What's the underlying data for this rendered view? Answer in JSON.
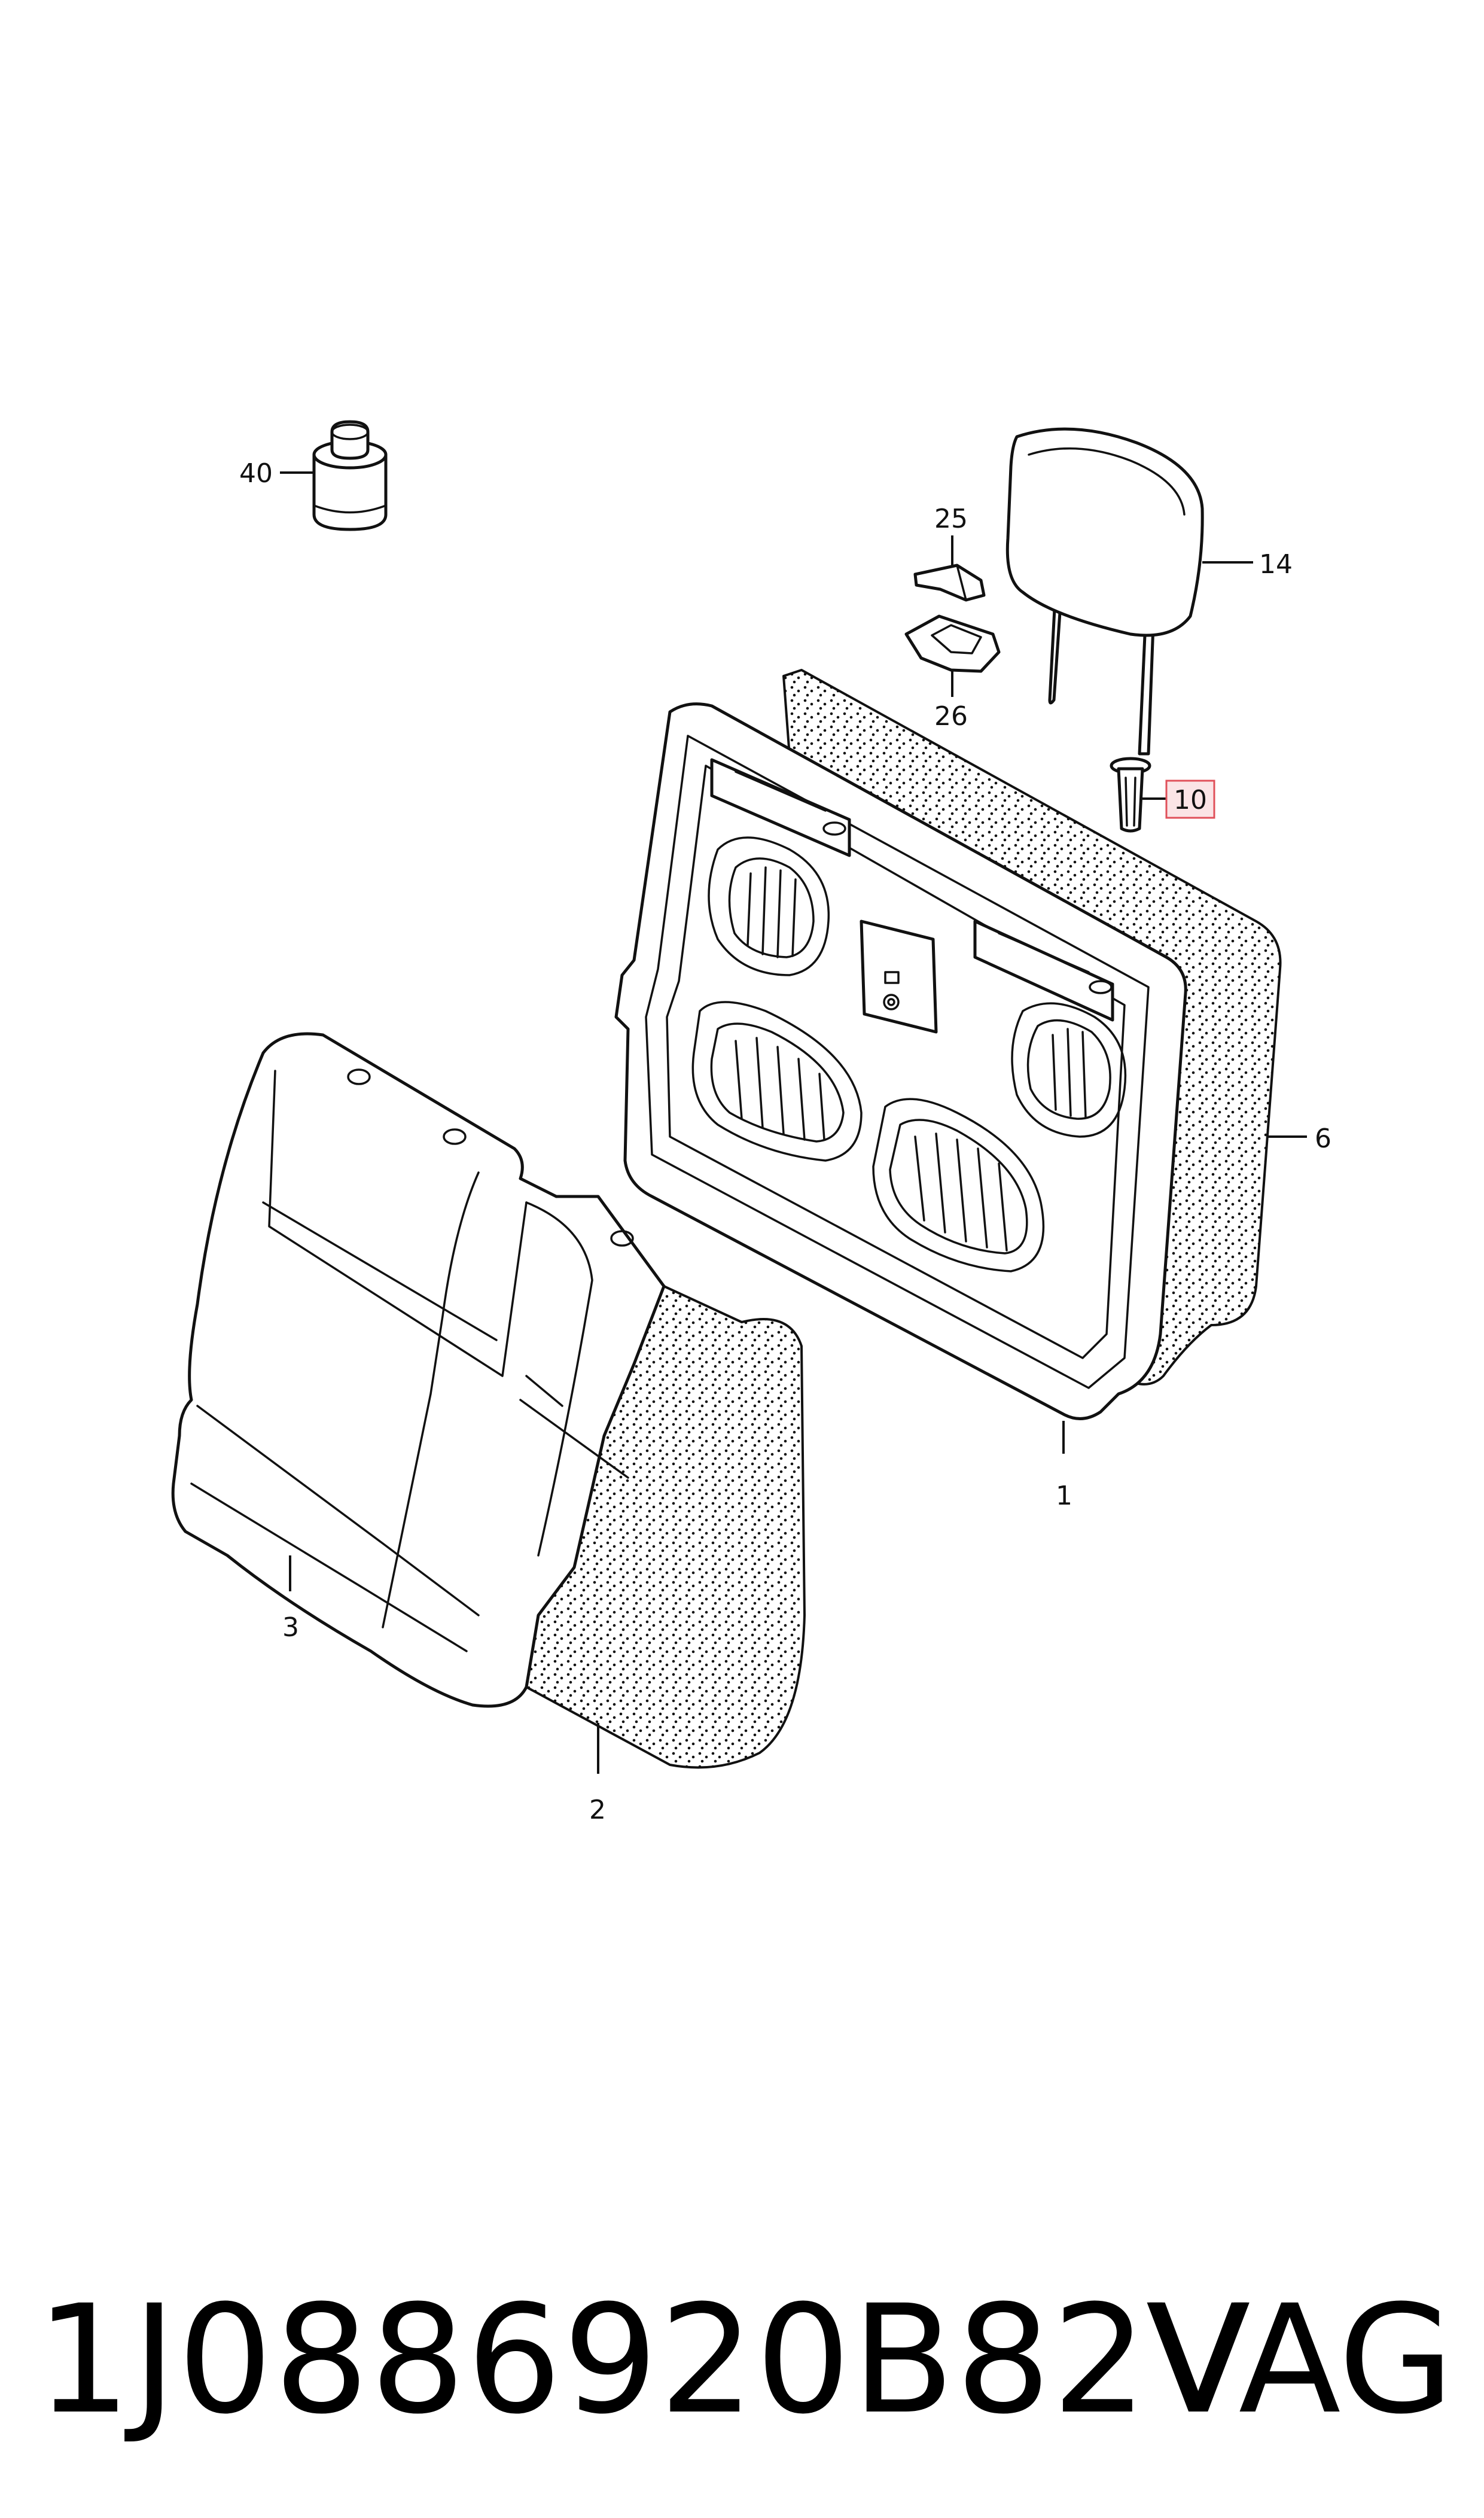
{
  "callouts": {
    "c40": "40",
    "c25": "25",
    "c14": "14",
    "c26": "26",
    "c10": "10",
    "c6": "6",
    "c1": "1",
    "c3": "3",
    "c2": "2"
  },
  "footer": {
    "part_number": "1J0886920B82V",
    "brand": "VAG"
  },
  "colors": {
    "highlight_fill": "#fbe4e6",
    "highlight_border": "#e0505a"
  }
}
